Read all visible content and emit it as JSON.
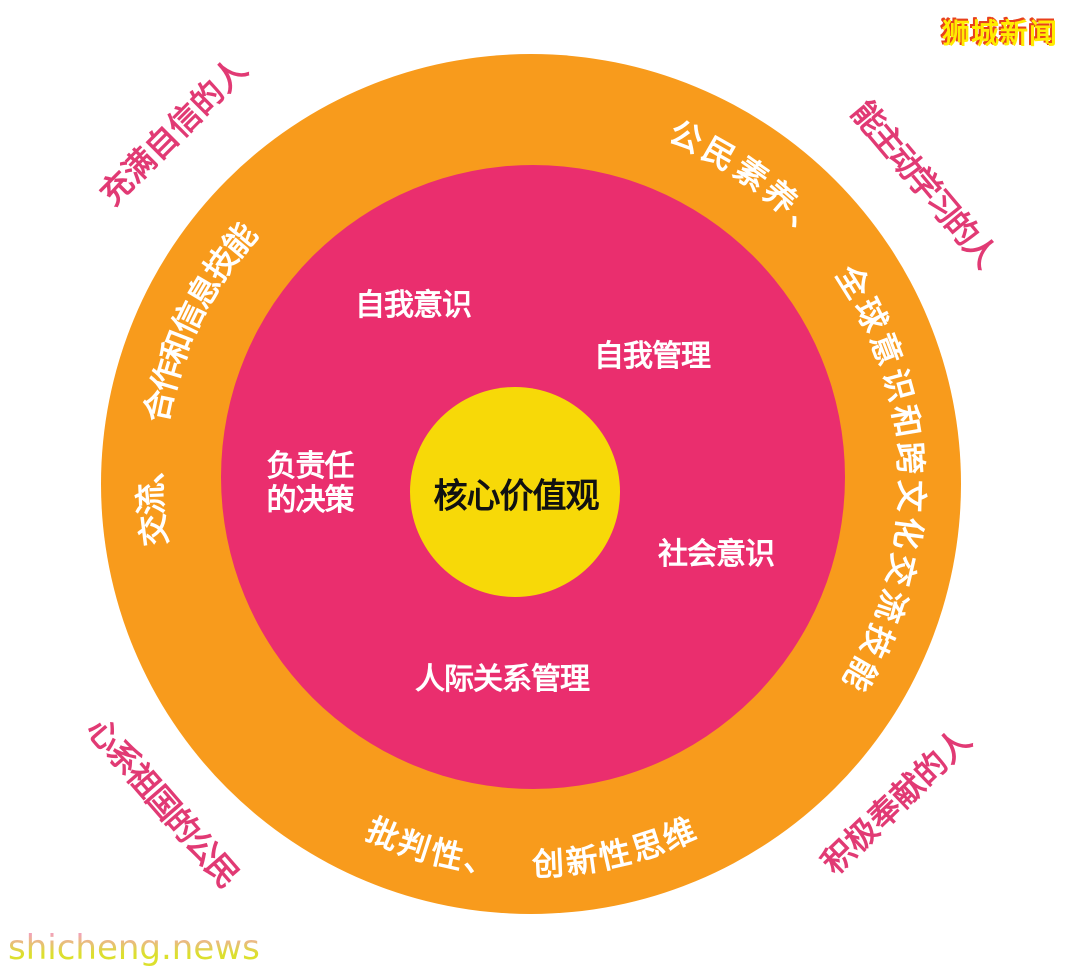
{
  "page": {
    "background_color": "#FFFFFF"
  },
  "branding": {
    "site_logo_text": "狮城新闻",
    "watermark_text": "shicheng.news"
  },
  "colors": {
    "page_bg": "#FFFFFF",
    "outer_ring": "#F89B1C",
    "middle_ring": "#EA2E6E",
    "core_circle": "#F7D908",
    "ring_text": "#FFFFFF",
    "core_text": "#111111",
    "outcome_text": "#E13A74",
    "logo_yellow": "#FFEC00",
    "logo_red": "#E8401C",
    "watermark_top": "#F2A3B8",
    "watermark_bottom": "#DCE02D"
  },
  "diagram": {
    "core": {
      "label": "核心价值观"
    },
    "competencies": {
      "self_awareness": "自我意识",
      "self_management": "自我管理",
      "responsible_decision_line1": "负责任",
      "responsible_decision_line2": "的决策",
      "social_awareness": "社会意识",
      "relationship_management": "人际关系管理"
    },
    "ring_arcs": [
      {
        "id": "civic-global-cross-cultural-skills",
        "text": "公民素养、 全球意识和跨文化交流技能",
        "start_angle": 24,
        "end_angle": 120,
        "orientation": "outward"
      },
      {
        "id": "communication-collaboration-information-skills",
        "text": "交流、 合作和信息技能",
        "start_angle": -97,
        "end_angle": -50,
        "orientation": "outward"
      },
      {
        "id": "critical-inventive-thinking",
        "text": "批判性、 创新性思维",
        "start_angle": 203,
        "end_angle": 157,
        "orientation": "inward"
      }
    ],
    "outcomes": {
      "top_left": "充满自信的人",
      "top_right": "能主动学习的人",
      "bottom_left": "心系祖国的公民",
      "bottom_right": "积极奉献的人"
    }
  }
}
